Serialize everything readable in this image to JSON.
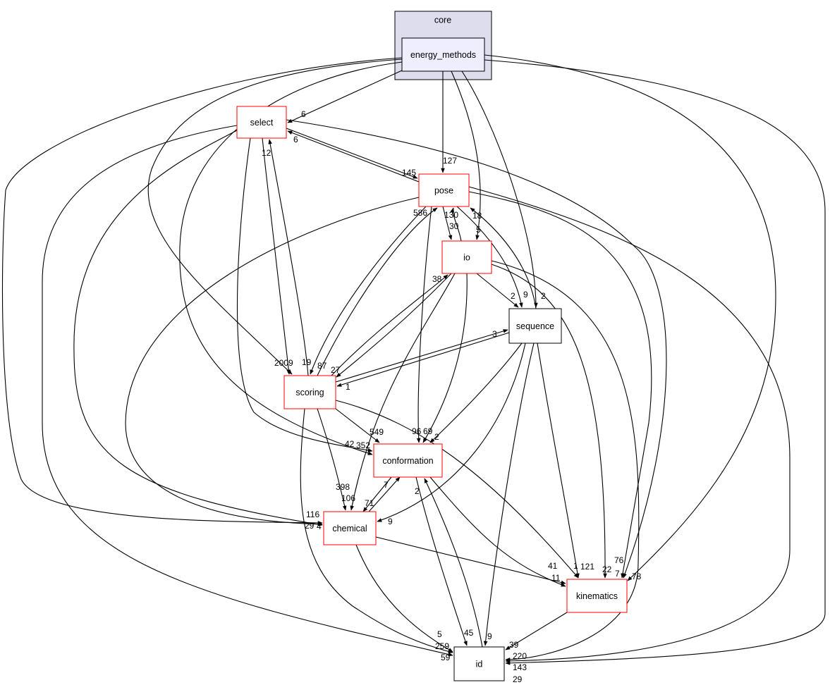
{
  "cluster": {
    "label": "core",
    "fill": "#ddddee",
    "stroke": "#000000"
  },
  "nodes": {
    "energy_methods": {
      "label": "energy_methods",
      "fill": "#eeeeff",
      "border": "#000000"
    },
    "select": {
      "label": "select",
      "fill": "#ffffff",
      "border": "#ff0000"
    },
    "pose": {
      "label": "pose",
      "fill": "#ffffff",
      "border": "#ff0000"
    },
    "io": {
      "label": "io",
      "fill": "#ffffff",
      "border": "#ff0000"
    },
    "sequence": {
      "label": "sequence",
      "fill": "#ffffff",
      "border": "#000000"
    },
    "scoring": {
      "label": "scoring",
      "fill": "#ffffff",
      "border": "#ff0000"
    },
    "conformation": {
      "label": "conformation",
      "fill": "#ffffff",
      "border": "#ff0000"
    },
    "chemical": {
      "label": "chemical",
      "fill": "#ffffff",
      "border": "#ff0000"
    },
    "kinematics": {
      "label": "kinematics",
      "fill": "#ffffff",
      "border": "#ff0000"
    },
    "id": {
      "label": "id",
      "fill": "#ffffff",
      "border": "#000000"
    }
  },
  "edges": [
    {
      "from": "energy_methods",
      "to": "select",
      "label": "6"
    },
    {
      "from": "energy_methods",
      "to": "pose",
      "label": "127"
    },
    {
      "from": "energy_methods",
      "to": "io",
      "label": "18"
    },
    {
      "from": "energy_methods",
      "to": "sequence",
      "label": "2"
    },
    {
      "from": "energy_methods",
      "to": "scoring",
      "label": "2009"
    },
    {
      "from": "energy_methods",
      "to": "conformation",
      "label": "352"
    },
    {
      "from": "energy_methods",
      "to": "chemical",
      "label": "116"
    },
    {
      "from": "energy_methods",
      "to": "kinematics",
      "label": "78"
    },
    {
      "from": "energy_methods",
      "to": "id",
      "label": "143"
    },
    {
      "from": "select",
      "to": "pose",
      "label": "145"
    },
    {
      "from": "pose",
      "to": "select",
      "label": "6"
    },
    {
      "from": "select",
      "to": "scoring",
      "label": "12"
    },
    {
      "from": "scoring",
      "to": "select",
      "label": "19"
    },
    {
      "from": "select",
      "to": "conformation",
      "label": "42"
    },
    {
      "from": "select",
      "to": "chemical",
      "label": "29"
    },
    {
      "from": "select",
      "to": "id",
      "label": "259"
    },
    {
      "from": "select",
      "to": "kinematics",
      "label": "7"
    },
    {
      "from": "pose",
      "to": "io",
      "label": "30"
    },
    {
      "from": "io",
      "to": "pose",
      "label": "130"
    },
    {
      "from": "pose",
      "to": "scoring",
      "label": "87"
    },
    {
      "from": "scoring",
      "to": "pose",
      "label": "586"
    },
    {
      "from": "pose",
      "to": "conformation",
      "label": "96"
    },
    {
      "from": "pose",
      "to": "sequence",
      "label": "9"
    },
    {
      "from": "sequence",
      "to": "pose",
      "label": "5"
    },
    {
      "from": "pose",
      "to": "chemical",
      "label": "4"
    },
    {
      "from": "pose",
      "to": "kinematics",
      "label": "22"
    },
    {
      "from": "pose",
      "to": "id",
      "label": "220"
    },
    {
      "from": "io",
      "to": "sequence",
      "label": "2"
    },
    {
      "from": "io",
      "to": "scoring",
      "label": "27"
    },
    {
      "from": "scoring",
      "to": "io",
      "label": "38"
    },
    {
      "from": "io",
      "to": "conformation",
      "label": "69"
    },
    {
      "from": "io",
      "to": "chemical",
      "label": "106"
    },
    {
      "from": "io",
      "to": "kinematics",
      "label": "76"
    },
    {
      "from": "io",
      "to": "id",
      "label": "29"
    },
    {
      "from": "sequence",
      "to": "scoring",
      "label": "1"
    },
    {
      "from": "scoring",
      "to": "sequence",
      "label": "3"
    },
    {
      "from": "sequence",
      "to": "conformation",
      "label": "2"
    },
    {
      "from": "sequence",
      "to": "chemical",
      "label": "9"
    },
    {
      "from": "sequence",
      "to": "kinematics",
      "label": "1"
    },
    {
      "from": "sequence",
      "to": "id",
      "label": "9"
    },
    {
      "from": "scoring",
      "to": "conformation",
      "label": "549"
    },
    {
      "from": "scoring",
      "to": "chemical",
      "label": "398"
    },
    {
      "from": "scoring",
      "to": "kinematics",
      "label": "121"
    },
    {
      "from": "scoring",
      "to": "id",
      "label": "5"
    },
    {
      "from": "conformation",
      "to": "chemical",
      "label": "71"
    },
    {
      "from": "chemical",
      "to": "conformation",
      "label": "7"
    },
    {
      "from": "conformation",
      "to": "kinematics",
      "label": "11"
    },
    {
      "from": "conformation",
      "to": "id",
      "label": "45"
    },
    {
      "from": "id",
      "to": "conformation",
      "label": "2"
    },
    {
      "from": "chemical",
      "to": "kinematics",
      "label": "41"
    },
    {
      "from": "chemical",
      "to": "id",
      "label": "59"
    },
    {
      "from": "kinematics",
      "to": "id",
      "label": "39"
    }
  ]
}
